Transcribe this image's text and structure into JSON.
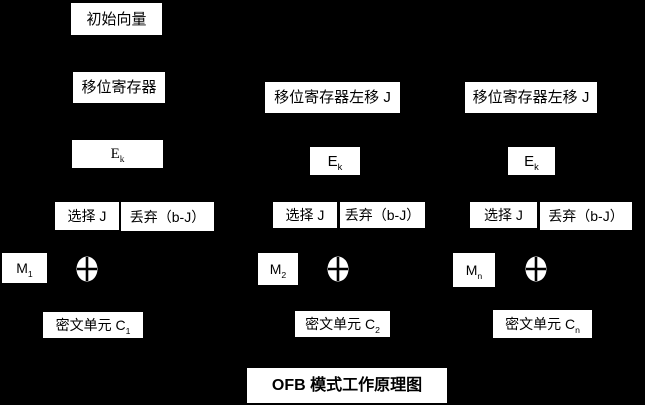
{
  "colors": {
    "background": "#000000",
    "box_background": "#ffffff",
    "box_text": "#000000",
    "xor_fill": "#ffffff",
    "xor_cross": "#000000"
  },
  "title": "OFB 模式工作原理图",
  "columns": [
    {
      "init_vector": "初始向量",
      "shift_register": "移位寄存器",
      "encrypt": {
        "base": "E",
        "sub": "k"
      },
      "select": "选择 J",
      "discard": "丢弃（b-J）",
      "plaintext": {
        "base": "M",
        "sub": "1"
      },
      "ciphertext": {
        "base": "密文单元 C",
        "sub": "1"
      }
    },
    {
      "shift_register": "移位寄存器左移 J",
      "encrypt": {
        "base": "E",
        "sub": "k"
      },
      "select": "选择 J",
      "discard": "丢弃（b-J）",
      "plaintext": {
        "base": "M",
        "sub": "2"
      },
      "ciphertext": {
        "base": "密文单元 C",
        "sub": "2"
      }
    },
    {
      "shift_register": "移位寄存器左移 J",
      "encrypt": {
        "base": "E",
        "sub": "k"
      },
      "select": "选择 J",
      "discard": "丢弃（b-J）",
      "plaintext": {
        "base": "M",
        "sub": "n"
      },
      "ciphertext": {
        "base": "密文单元 C",
        "sub": "n"
      }
    }
  ]
}
